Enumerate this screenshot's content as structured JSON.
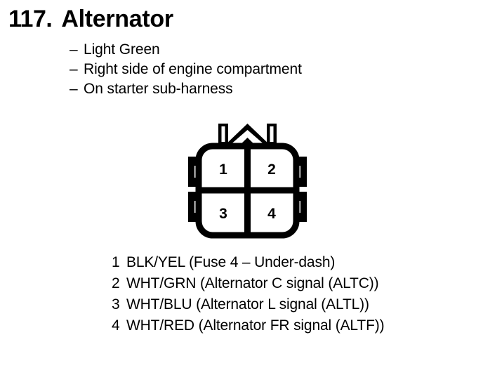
{
  "page": {
    "background_color": "#ffffff",
    "ink_color": "#000000"
  },
  "heading": {
    "number": "117.",
    "title": "Alternator"
  },
  "details": {
    "bullet_marker": "–",
    "items": [
      "Light Green",
      "Right side of engine compartment",
      "On starter sub-harness"
    ]
  },
  "connector": {
    "name": "4-pin connector diagram",
    "pin_count": 4,
    "rows": 2,
    "columns": 2,
    "pin_numbers": [
      "1",
      "2",
      "3",
      "4"
    ],
    "features": [
      "top-left-post",
      "top-right-post",
      "center-peak-keyway",
      "left-side-notches",
      "right-side-notches"
    ],
    "stroke_color": "#000000",
    "fill_color": "#ffffff"
  },
  "pin_legend": {
    "rows": [
      {
        "number": "1",
        "description": "BLK/YEL (Fuse 4 – Under-dash)"
      },
      {
        "number": "2",
        "description": "WHT/GRN (Alternator C signal (ALTC))"
      },
      {
        "number": "3",
        "description": "WHT/BLU (Alternator L signal (ALTL))"
      },
      {
        "number": "4",
        "description": "WHT/RED (Alternator FR signal (ALTF))"
      }
    ]
  }
}
